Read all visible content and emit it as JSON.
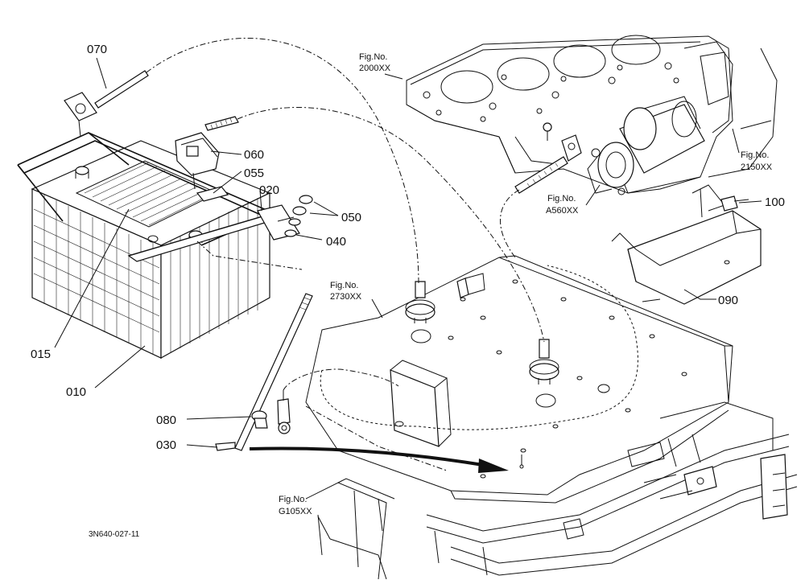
{
  "parts": {
    "p070": "070",
    "p060": "060",
    "p055": "055",
    "p020": "020",
    "p050": "050",
    "p040": "040",
    "p015": "015",
    "p010": "010",
    "p080": "080",
    "p030": "030",
    "p100": "100",
    "p090": "090"
  },
  "figrefs": {
    "f2000": {
      "line1": "Fig.No.",
      "line2": "2000XX"
    },
    "f2150": {
      "line1": "Fig.No.",
      "line2": "2150XX"
    },
    "fA560": {
      "line1": "Fig.No.",
      "line2": "A560XX"
    },
    "f2730": {
      "line1": "Fig.No.",
      "line2": "2730XX"
    },
    "fG105": {
      "line1": "Fig.No.",
      "line2": "G105XX"
    }
  },
  "drawing_code": "3N640-027-11"
}
